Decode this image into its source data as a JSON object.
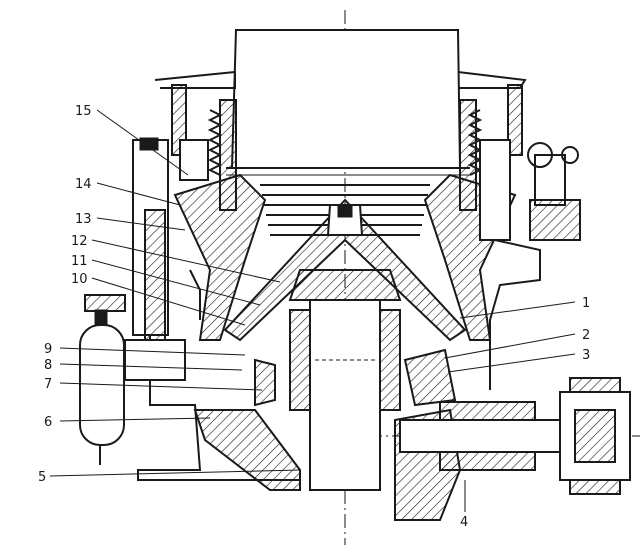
{
  "labels": {
    "l1": "1",
    "l2": "2",
    "l3": "3",
    "l4": "4",
    "l5": "5",
    "l6": "6",
    "l7": "7",
    "l8": "8",
    "l9": "9",
    "l10": "10",
    "l11": "11",
    "l12": "12",
    "l13": "13",
    "l14": "14",
    "l15": "15"
  },
  "colors": {
    "ink": "#1a1a1a",
    "paper": "#ffffff"
  }
}
